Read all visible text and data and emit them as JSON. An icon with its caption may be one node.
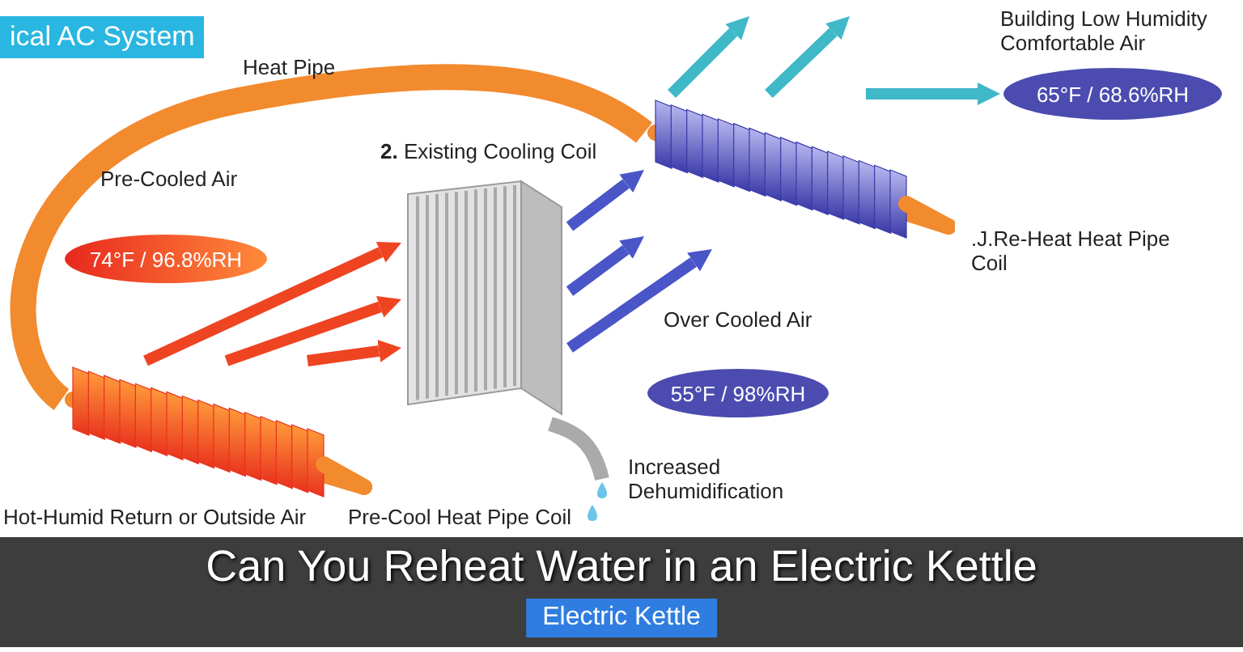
{
  "diagram": {
    "title": "ical AC System",
    "nodes": [
      {
        "text": [],
        "shape": "picture",
        "beside": [
          "Pre-Cool Heat Pipe Coil"
        ]
      },
      {
        "text": [],
        "shape": "picture",
        "beside": [
          "**2.** Existing Cooling Coil"
        ]
      },
      {
        "text": [],
        "shape": "picture",
        "beside": [
          ".J.Re-Heat Heat Pipe Coil"
        ]
      },
      {
        "text": [
          "74°F / 96.8%RH"
        ],
        "beside": [
          "Pre-Cooled Air"
        ]
      },
      {
        "text": [
          "55°F / 98%RH"
        ],
        "beside": [
          "Over Cooled Air"
        ]
      },
      {
        "text": [
          "65°F / 68.6%RH"
        ],
        "beside": [
          "Building Low Humidity Comfortable Air"
        ]
      }
    ],
    "edges": [
      {
        "from": 0,
        "to": 2,
        "arrow": "none",
        "label": "Heat Pipe",
        "style": "thick",
        "color": "#f28a2e"
      },
      {
        "from": 0,
        "to": 1,
        "arrow": "to",
        "color": "#ee4422"
      },
      {
        "from": 0,
        "to": 1,
        "arrow": "to",
        "color": "#ee4422"
      },
      {
        "from": 0,
        "to": 1,
        "arrow": "to",
        "color": "#ee4422"
      },
      {
        "from": 1,
        "to": 2,
        "arrow": "to",
        "color": "#4a55c8"
      },
      {
        "from": 1,
        "to": 2,
        "arrow": "to",
        "color": "#4a55c8"
      },
      {
        "from": 1,
        "to": 2,
        "arrow": "to",
        "color": "#4a55c8"
      },
      {
        "from": 2,
        "to": null,
        "arrow": "to",
        "color": "#3fb8c8"
      },
      {
        "from": 2,
        "to": null,
        "arrow": "to",
        "color": "#3fb8c8"
      },
      {
        "from": 2,
        "to": 5,
        "arrow": "to",
        "color": "#3fb8c8"
      }
    ],
    "labels": [
      "Hot-Humid Return or Outside Air",
      "Increased Dehumidification",
      "Can You Reheat Water in an Electric Kettle",
      "Electric Kettle"
    ]
  }
}
